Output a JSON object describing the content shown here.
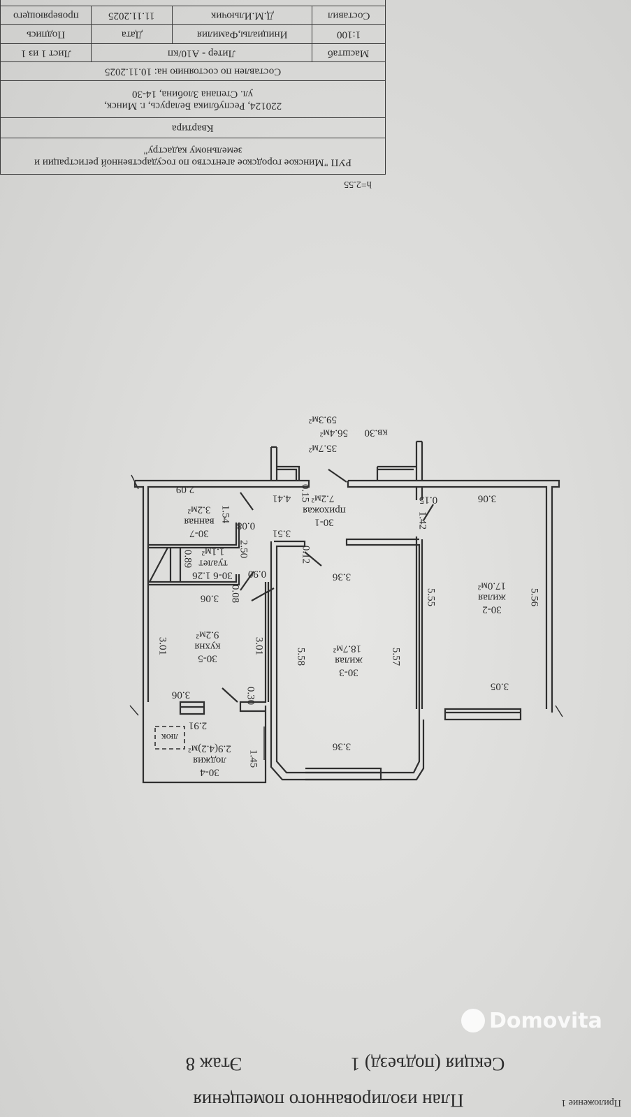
{
  "height_note": "h=2.55",
  "title_block": {
    "org": "РУП \"Минское городское агентство по государственной регистрации и земельному кадастру\"",
    "object_type": "Квартира",
    "address_line1": "220124, Республика Беларусь, г. Минск,",
    "address_line2": "ул. Степана Злобина, 14-30",
    "compiled_as_of": "Составлен по состоянию на: 10.11.2025",
    "scale_label": "Масштаб",
    "liter": "Литер - А10/кп",
    "sheet": "Лист 1  из 1",
    "scale_value": "1:100",
    "initials_header": "Инициалы,Фамилия",
    "date_header": "Дата",
    "signature_header": "Подпись",
    "compiled_by_label": "Составил",
    "compiled_by_name": "Д.М.Ильючик",
    "compiled_date": "11.11.2025",
    "checker_label": "проверяющего"
  },
  "apartment": {
    "number": "кв.30",
    "living_area": "35.7м²",
    "total_area": "56.4м²",
    "total_with_loggia": "59.3м²"
  },
  "rooms": [
    {
      "id": "30-1",
      "name": "прихожая",
      "area": "7.2м²"
    },
    {
      "id": "30-2",
      "name": "жилая",
      "area": "17.0м²"
    },
    {
      "id": "30-3",
      "name": "жилая",
      "area": "18.7м²"
    },
    {
      "id": "30-4",
      "name": "лоджия",
      "area": "2.9(4.2)м²"
    },
    {
      "id": "30-5",
      "name": "кухня",
      "area": "9.2м²"
    },
    {
      "id": "30-6 1.26",
      "name": "туалет",
      "area": "1.1м²"
    },
    {
      "id": "30-7",
      "name": "ванная",
      "area": "3.2м²"
    }
  ],
  "hatch_label": "люк",
  "dimensions": [
    "4.41",
    "0.15",
    "2.09",
    "1.54",
    "0.08",
    "3.51",
    "2.50",
    "0.12",
    "0.89",
    "0.90",
    "0.08",
    "3.06",
    "3.36",
    "1.42",
    "0.15",
    "3.06",
    "5.55",
    "5.56",
    "3.01",
    "3.01",
    "5.58",
    "5.57",
    "3.05",
    "3.06",
    "0.30",
    "2.91",
    "1.45",
    "3.36"
  ],
  "footer": {
    "title": "План изолированного помещения",
    "section": "Секция (подъезд) 1",
    "floor": "Этаж 8",
    "appendix": "Приложение 1"
  },
  "watermark": "Domovita"
}
